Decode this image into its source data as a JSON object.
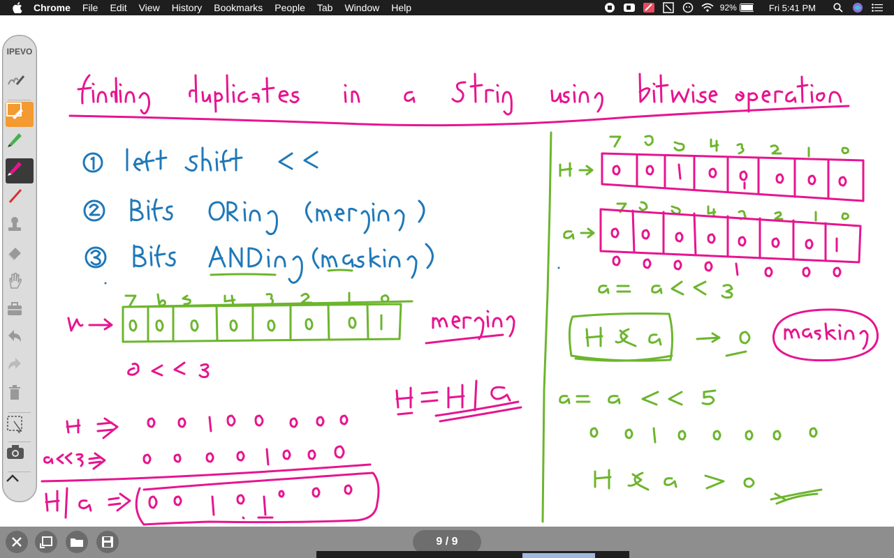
{
  "menubar": {
    "app_name": "Chrome",
    "items": [
      "File",
      "Edit",
      "View",
      "History",
      "Bookmarks",
      "People",
      "Tab",
      "Window",
      "Help"
    ],
    "battery": "92%",
    "clock": "Fri 5:41 PM"
  },
  "palette": {
    "logo": "IPEVO",
    "tools": [
      "pointer-tool",
      "annotate-tool",
      "green-pen",
      "magenta-pen",
      "red-pen",
      "stamp-tool",
      "eraser",
      "hand-tool",
      "toolbox",
      "undo",
      "redo",
      "trash",
      "capture-area",
      "camera",
      "collapse"
    ],
    "active_tools": [
      "annotate-tool",
      "magenta-pen"
    ]
  },
  "whiteboard": {
    "handwritten_lines": [
      "finding duplicates in a string using bitwise operation",
      "① left shift <<",
      "② Bits ORing (merging)",
      "③ Bits ANDing (masking)",
      "7 6 5 4 3 2 1 0",
      "a→ 0 0 0 0 0 0 0 1",
      "merging",
      "a<<3",
      "H=H|a",
      "H => 0 0 1 0 0 0 0 0",
      "a<<3 => 0 0 0 0 1 0 0 0",
      "H|a => 0 0 1 0 1 0 0 0",
      "H→ 0 0 1 0 0 0 0 0",
      "a→ 0 0 0 0 0 0 0 1",
      "0 0 0 0 1 0 0 0",
      "a= a<<3",
      "H&a → 0",
      "masking",
      "a= a<<5",
      "0 0 1 0 0 0 0 0",
      "H&a > 0"
    ],
    "ink_colors": {
      "magenta": "#e6158f",
      "blue": "#1f78b8",
      "green": "#6cb52d"
    }
  },
  "bottombar": {
    "page_indicator": "9 / 9",
    "buttons": [
      "close-button",
      "new-page-button",
      "open-folder-button",
      "save-button"
    ]
  }
}
